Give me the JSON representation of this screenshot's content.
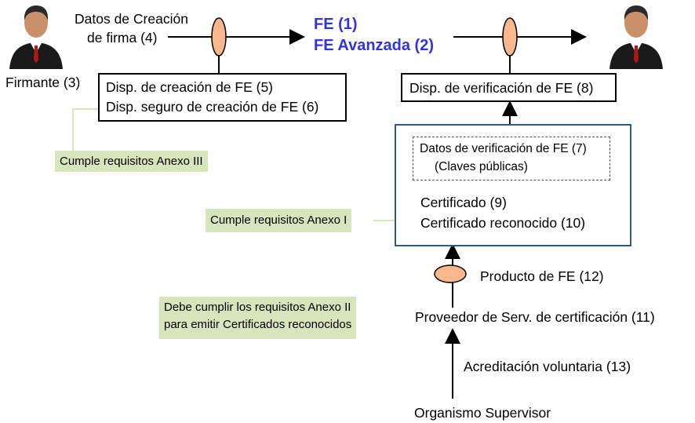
{
  "actors": {
    "firmante": "Firmante (3)"
  },
  "labels": {
    "datos_creacion_l1": "Datos de Creación",
    "datos_creacion_l2": "de firma (4)",
    "fe": "FE (1)",
    "fe_avanzada": "FE Avanzada (2)",
    "disp_creacion": "Disp. de creación de FE (5)",
    "disp_seguro": "Disp. seguro de creación de FE (6)",
    "disp_verificacion": "Disp. de verificación de FE (8)",
    "datos_verif_l1": "Datos de verificación de FE (7)",
    "datos_verif_l2": "(Claves públicas)",
    "certificado": "Certificado (9)",
    "certificado_reconocido": "Certificado reconocido (10)",
    "producto_fe": "Producto de FE (12)",
    "proveedor": "Proveedor de Serv. de certificación (11)",
    "acreditacion": "Acreditación voluntaria (13)",
    "organismo": "Organismo Supervisor"
  },
  "notes": {
    "anexo3": "Cumple requisitos Anexo III",
    "anexo1": "Cumple requisitos Anexo I",
    "anexo2_l1": "Debe cumplir los requisitos Anexo II",
    "anexo2_l2": "para emitir Certificados reconocidos"
  },
  "colors": {
    "fe_text": "#3333dd",
    "ellipse_fill": "#f8b88b",
    "note_fill": "#d7e4bc",
    "blue_border": "#2e5a8c"
  },
  "icons": [
    "person-icon-left",
    "person-icon-right"
  ]
}
